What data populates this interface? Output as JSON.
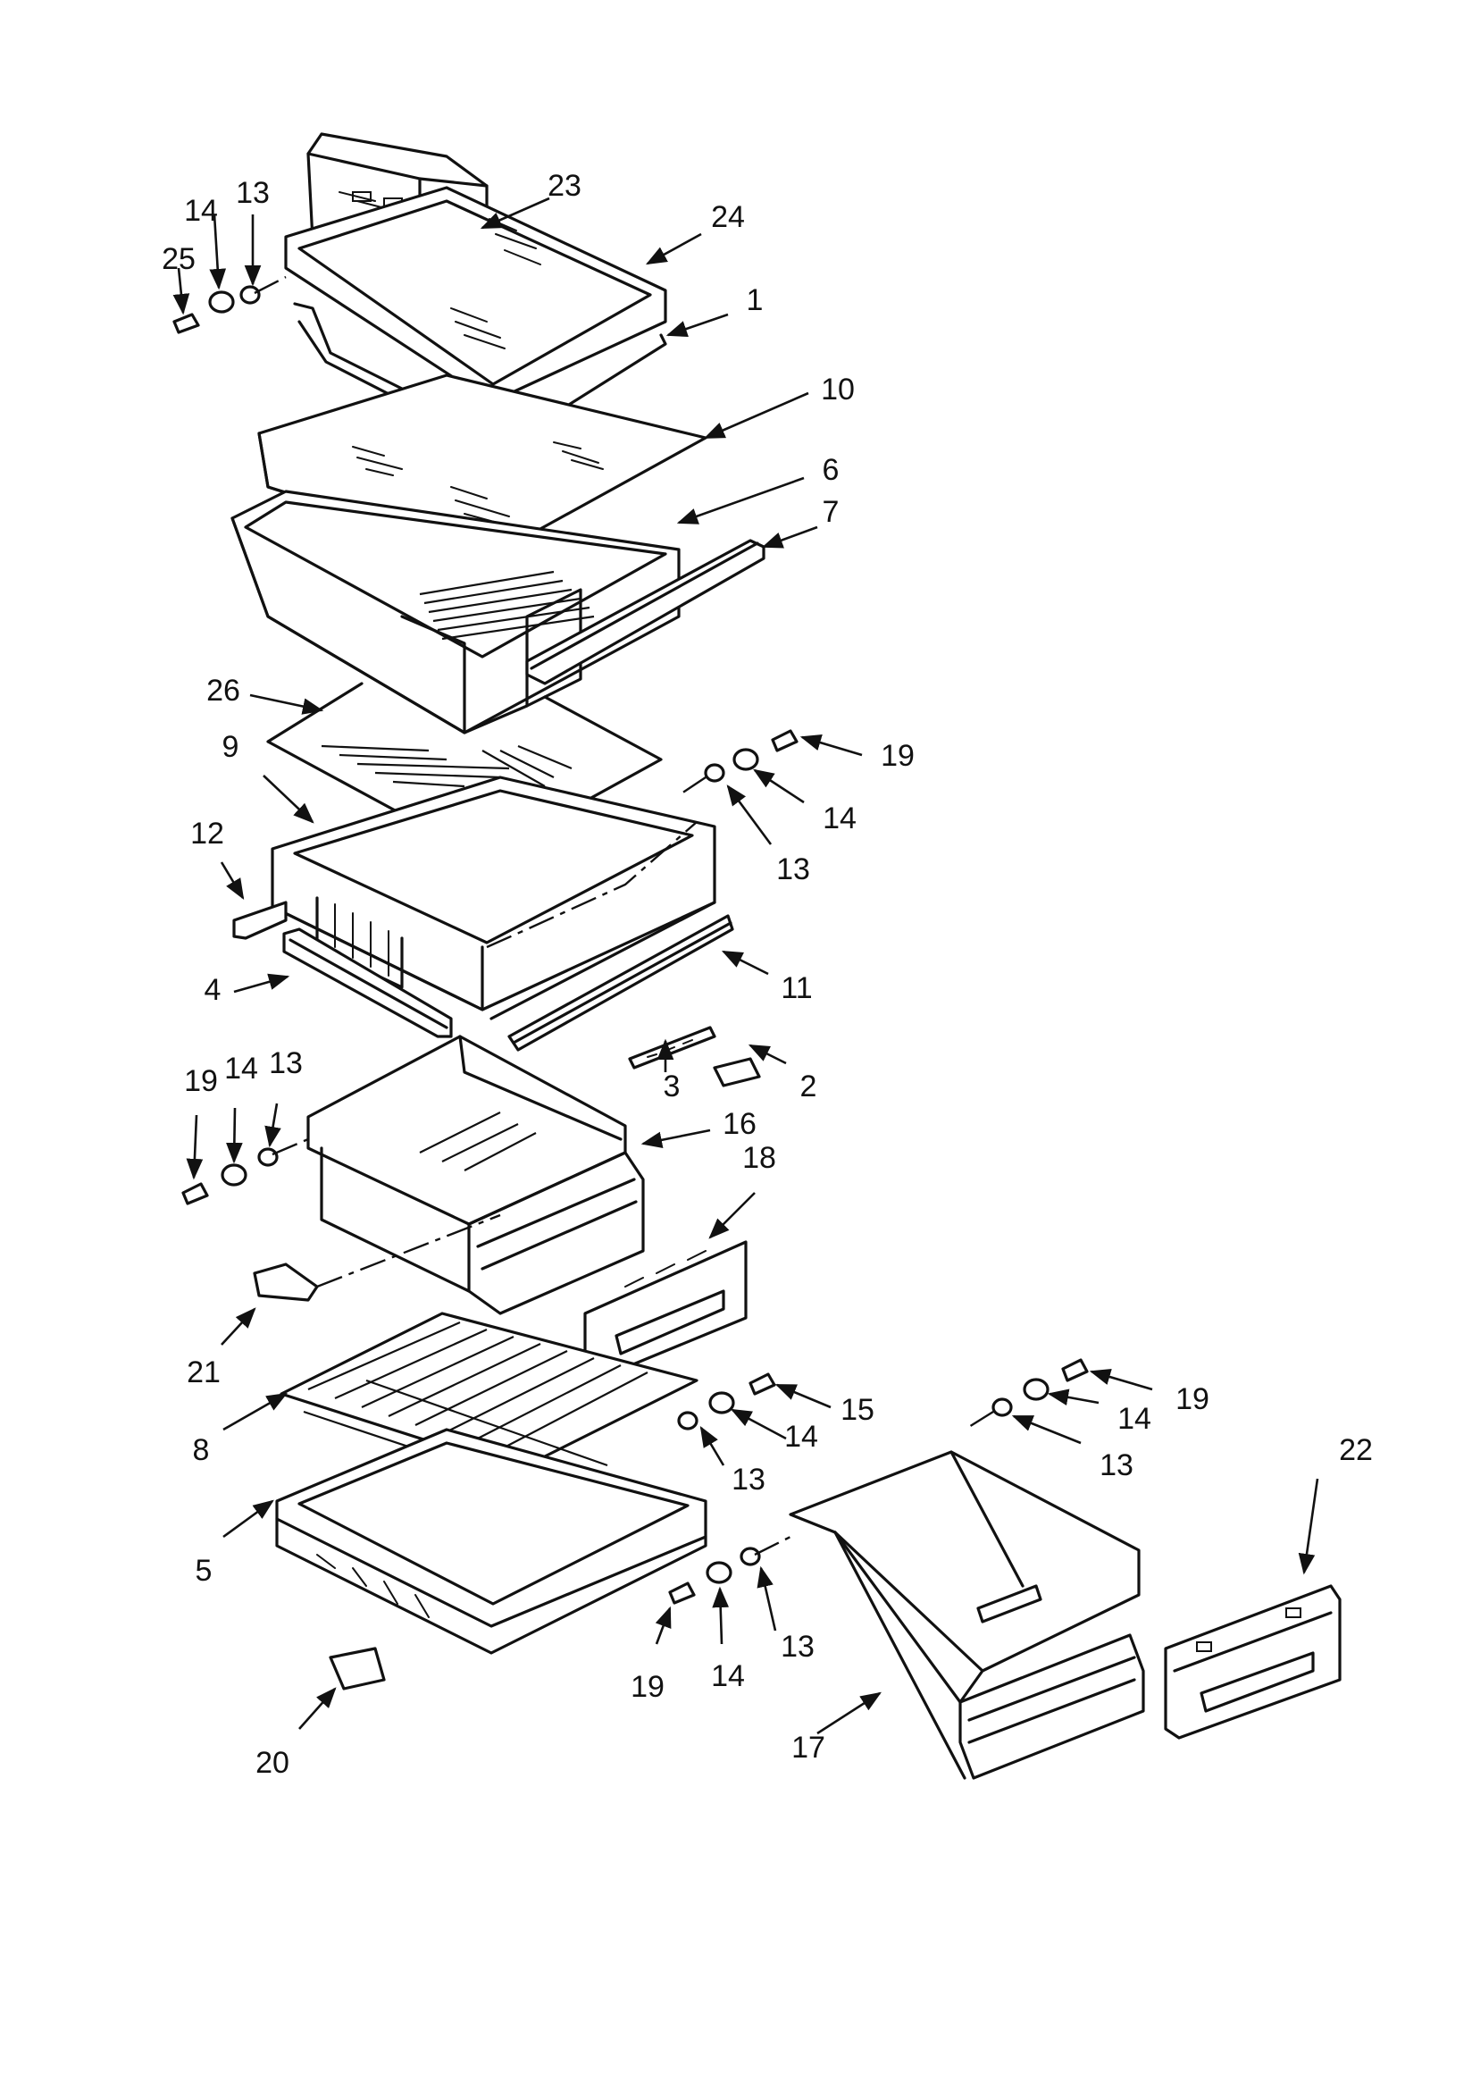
{
  "diagram": {
    "callouts": {
      "c1": "1",
      "c2": "2",
      "c3": "3",
      "c4": "4",
      "c5": "5",
      "c6": "6",
      "c7": "7",
      "c8": "8",
      "c9": "9",
      "c10": "10",
      "c11": "11",
      "c12": "12",
      "c13a": "13",
      "c13b": "13",
      "c13c": "13",
      "c13d": "13",
      "c13e": "13",
      "c13f": "13",
      "c14a": "14",
      "c14b": "14",
      "c14c": "14",
      "c14d": "14",
      "c14e": "14",
      "c14f": "14",
      "c15": "15",
      "c16": "16",
      "c17": "17",
      "c18": "18",
      "c19a": "19",
      "c19b": "19",
      "c19c": "19",
      "c19d": "19",
      "c20": "20",
      "c21": "21",
      "c22": "22",
      "c23": "23",
      "c24": "24",
      "c25": "25",
      "c26": "26"
    }
  }
}
